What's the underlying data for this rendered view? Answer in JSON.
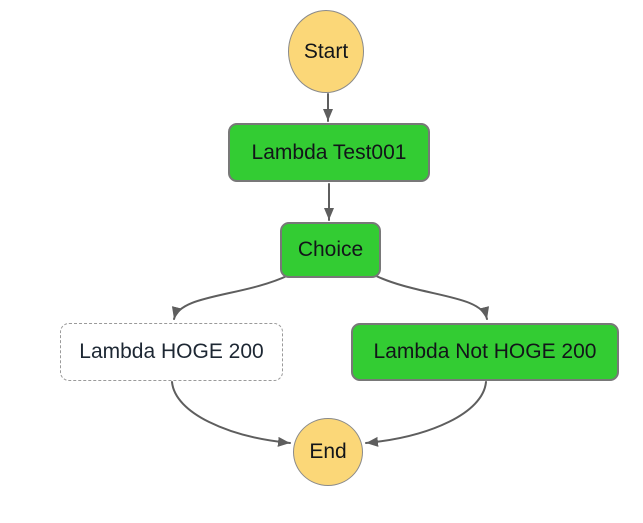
{
  "diagram": {
    "kind": "state-machine-flowchart",
    "background_color": "#ffffff",
    "colors": {
      "task_fill": "#33cc33",
      "task_border": "#787878",
      "terminal_fill": "#fbd778",
      "terminal_border": "#8a8a8a",
      "inactive_fill": "#ffffff",
      "inactive_border": "#9a9a9a",
      "edge": "#5e5e5e",
      "text": "#121519"
    },
    "nodes": [
      {
        "id": "start",
        "label": "Start",
        "shape": "ellipse",
        "style": "terminal"
      },
      {
        "id": "lambda-test001",
        "label": "Lambda Test001",
        "shape": "rounded-rect",
        "style": "task"
      },
      {
        "id": "choice",
        "label": "Choice",
        "shape": "rounded-rect",
        "style": "task"
      },
      {
        "id": "lambda-hoge-200",
        "label": "Lambda HOGE 200",
        "shape": "rounded-rect",
        "style": "inactive-dashed"
      },
      {
        "id": "lambda-not-hoge-200",
        "label": "Lambda Not HOGE 200",
        "shape": "rounded-rect",
        "style": "task"
      },
      {
        "id": "end",
        "label": "End",
        "shape": "ellipse",
        "style": "terminal"
      }
    ],
    "edges": [
      {
        "from": "start",
        "to": "lambda-test001"
      },
      {
        "from": "lambda-test001",
        "to": "choice"
      },
      {
        "from": "choice",
        "to": "lambda-hoge-200"
      },
      {
        "from": "choice",
        "to": "lambda-not-hoge-200"
      },
      {
        "from": "lambda-hoge-200",
        "to": "end"
      },
      {
        "from": "lambda-not-hoge-200",
        "to": "end"
      }
    ]
  }
}
